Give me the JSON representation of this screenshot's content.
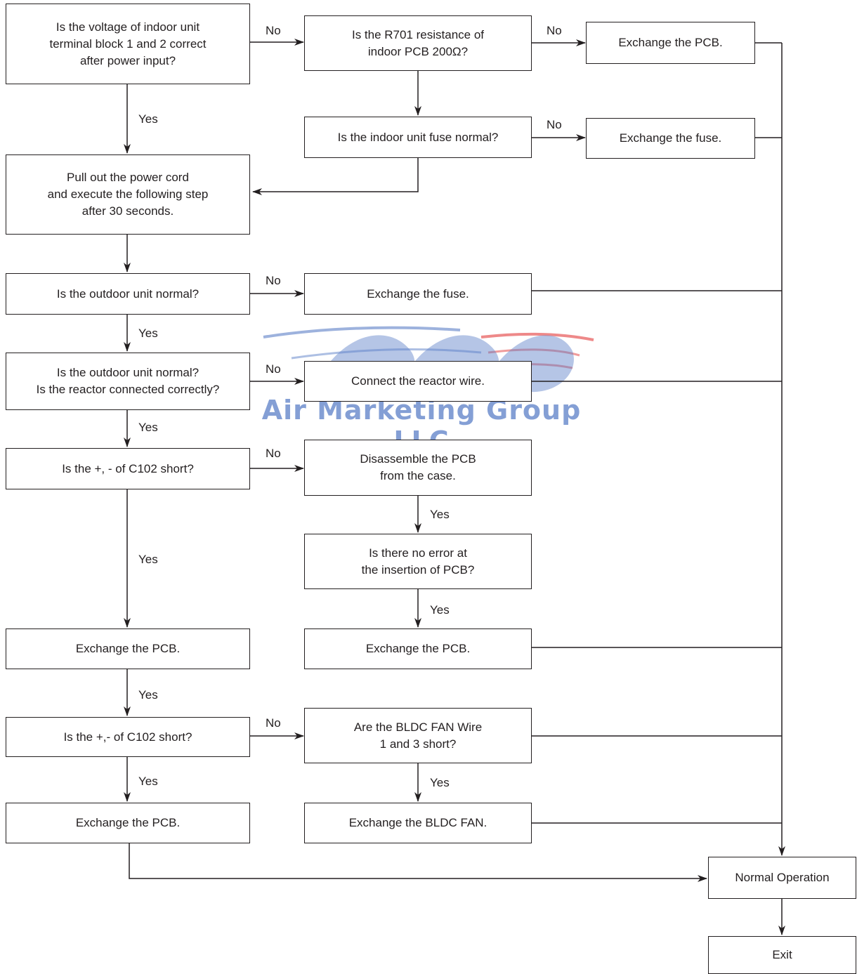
{
  "boxes": {
    "q_voltage": "Is the voltage of indoor unit\nterminal block 1 and 2 correct\nafter power input?",
    "q_r701": "Is the R701 resistance of\nindoor PCB 200Ω?",
    "a_exchange_pcb_1": "Exchange the PCB.",
    "q_fuse": "Is the indoor unit fuse normal?",
    "a_exchange_fuse_1": "Exchange the fuse.",
    "step_pull_cord": "Pull out the power cord\nand execute the following step\nafter 30 seconds.",
    "q_outdoor_1": "Is the outdoor unit normal?",
    "a_exchange_fuse_2": "Exchange the fuse.",
    "q_outdoor_reactor": "Is the outdoor unit normal?\nIs the reactor connected correctly?",
    "a_connect_reactor": "Connect the reactor wire.",
    "q_c102_1": "Is the +, - of C102 short?",
    "a_disassemble_pcb": "Disassemble the PCB\nfrom the case.",
    "q_insertion": "Is there no error at\nthe insertion of PCB?",
    "a_exchange_pcb_2": "Exchange the PCB.",
    "a_exchange_pcb_3": "Exchange the PCB.",
    "q_c102_2": "Is the +,- of C102 short?",
    "q_bldc_wire": "Are the BLDC FAN Wire\n1 and 3 short?",
    "a_exchange_pcb_4": "Exchange the PCB.",
    "a_exchange_bldc": "Exchange the BLDC FAN.",
    "normal_operation": "Normal Operation",
    "exit": "Exit"
  },
  "labels": {
    "no": "No",
    "yes": "Yes"
  },
  "watermark": {
    "text": "Air Marketing Group LLC",
    "colors": {
      "blue": "#4a6fc4",
      "red": "#e23a3a"
    }
  }
}
